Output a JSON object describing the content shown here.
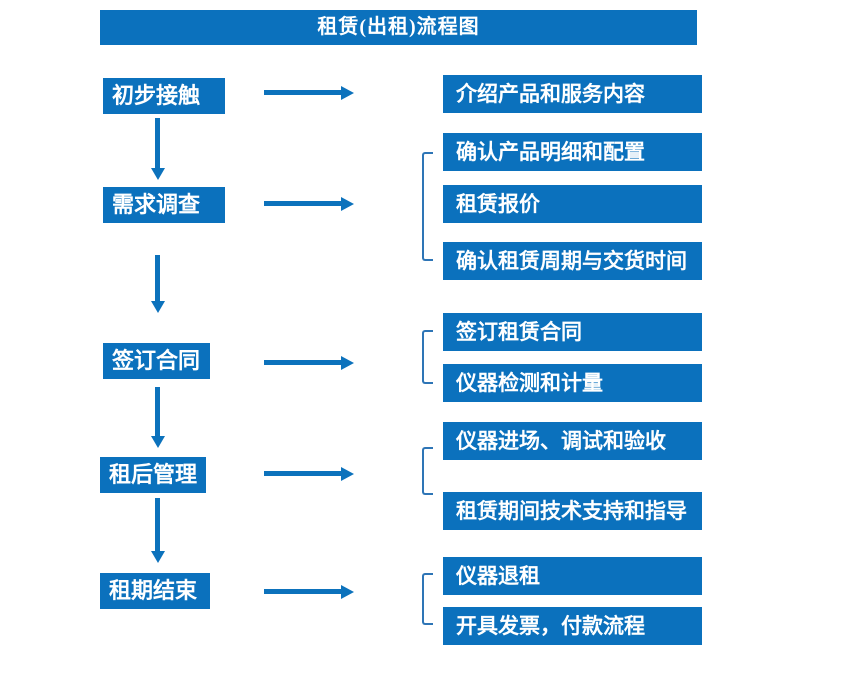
{
  "title": "租赁(出租)流程图",
  "colors": {
    "box_fill": "#0b71bd",
    "arrow": "#0c72bc",
    "bracket": "#2e75b6",
    "box_text": "#ffffff",
    "background": "#ffffff"
  },
  "steps": [
    {
      "label": "初步接触",
      "details": [
        "介绍产品和服务内容"
      ]
    },
    {
      "label": "需求调查",
      "details": [
        "确认产品明细和配置",
        "租赁报价",
        "确认租赁周期与交货时间"
      ]
    },
    {
      "label": "签订合同",
      "details": [
        "签订租赁合同",
        "仪器检测和计量"
      ]
    },
    {
      "label": "租后管理",
      "details": [
        "仪器进场、调试和验收",
        "租赁期间技术支持和指导"
      ]
    },
    {
      "label": "租期结束",
      "details": [
        "仪器退租",
        "开具发票，付款流程"
      ]
    }
  ]
}
